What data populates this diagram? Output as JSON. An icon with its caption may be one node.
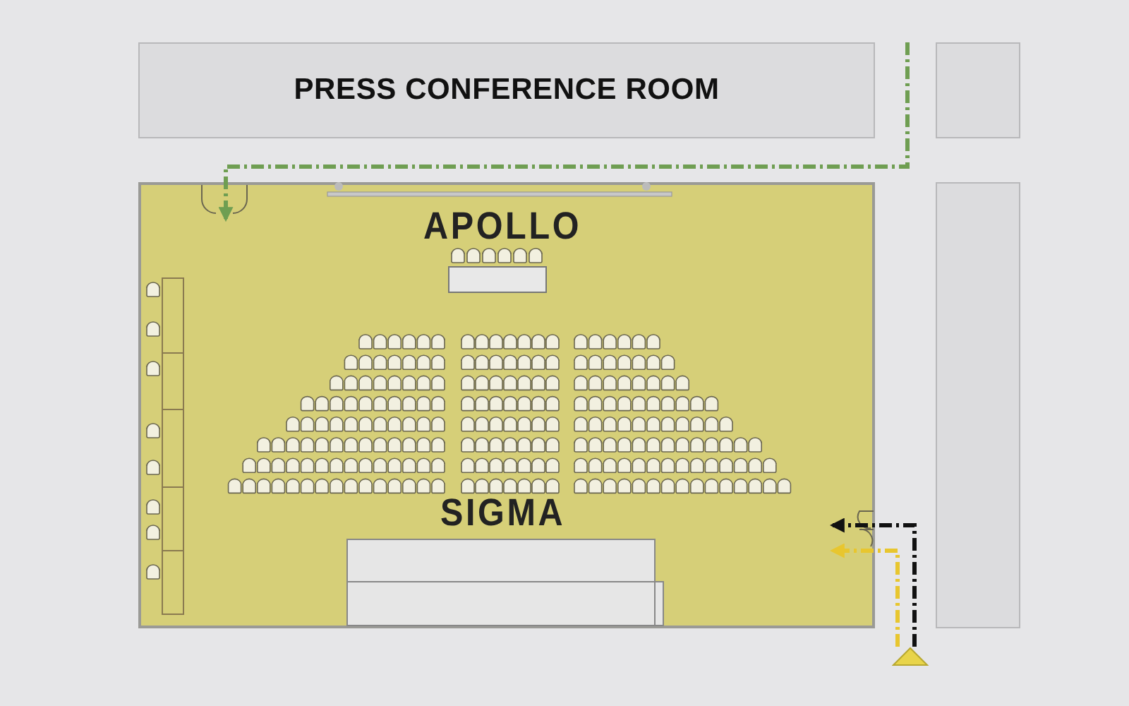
{
  "diagram": {
    "nodes": [
      {
        "text": [
          "PRESS CONFERENCE ROOM"
        ]
      },
      {
        "text": [],
        "shape": "box"
      },
      {
        "text": [],
        "shape": "box"
      },
      {
        "text": [],
        "shape": "box"
      },
      {
        "text": [],
        "shape": "triangle"
      }
    ],
    "edges": [
      {
        "from": null,
        "to": 2,
        "arrow": "to",
        "style": "dashed",
        "color": "#6f9e52"
      },
      {
        "from": 4,
        "to": 2,
        "arrow": "to",
        "style": "dashed",
        "color": "#111111"
      },
      {
        "from": 4,
        "to": 2,
        "arrow": "to",
        "style": "dashed",
        "color": "#e8c62e"
      }
    ],
    "labels": [
      "APOLLO",
      "SIGMA"
    ]
  }
}
